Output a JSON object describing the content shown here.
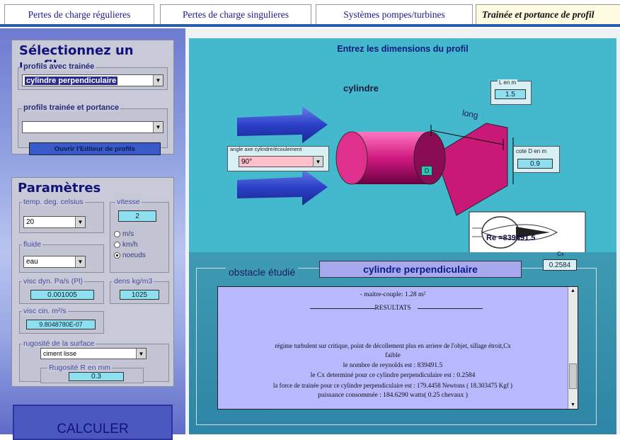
{
  "tabs": [
    {
      "label": "Pertes de charge régulieres"
    },
    {
      "label": "Pertes de charge singulieres"
    },
    {
      "label": "Systèmes pompes/turbines"
    },
    {
      "label": "Trainée et portance de profil"
    }
  ],
  "profile": {
    "title": "Sélectionnez un profil",
    "drag_label": "profils avec trainée",
    "drag_value": "cylindre perpendiculaire",
    "lift_label": "profils trainée et portance",
    "lift_value": "",
    "editor_button": "Ouvrir l'Editeur de profils"
  },
  "params": {
    "title": "Paramètres",
    "temp_label": "temp. deg. celsius",
    "temp_value": "20",
    "speed_label": "vitesse",
    "speed_value": "2",
    "fluid_label": "fluide",
    "fluid_value": "eau",
    "units": [
      "m/s",
      "km/h",
      "noeuds"
    ],
    "unit_selected": "noeuds",
    "visc_dyn_label": "visc dyn. Pa/s (Pl)",
    "visc_dyn_value": "0.001005",
    "density_label": "dens kg/m3",
    "density_value": "1025",
    "visc_cin_label": "visc cin. m²/s",
    "visc_cin_value": "9.8048780E-07",
    "rough_label": "rugosité de la surface",
    "rough_value": "ciment lisse",
    "rough_r_label": "Rugosité R en mm",
    "rough_r_value": "0.3"
  },
  "calc_button": "CALCULER",
  "dims": {
    "header": "Entrez les dimensions du profil",
    "shape_label": "cylindre",
    "length_label": "long",
    "L_label": "L en m",
    "L_value": "1.5",
    "D_label": "cote D en m",
    "D_value": "0.9",
    "D_marker": "D",
    "angle_label": "angle axe cylindre/écoulement",
    "angle_value": "90°",
    "reynolds": "Re =839491.5"
  },
  "obstacle": {
    "label": "obstacle étudié",
    "name": "cylindre perpendiculaire",
    "cx_label": "Cx",
    "cx_value": "0.2584"
  },
  "results": {
    "lines": [
      "- maitre-couple: 1.28 m²",
      "RESULTATS",
      "régime turbulent sur critique, point de décollement plus en arriere de l'objet, sillage étroit,Cx",
      "faible",
      "le nombre de reynolds est : 839491.5",
      "le Cx determiné pour ce cylindre perpendiculaire est : 0.2584",
      "la force de trainée pour ce cylindre perpendiculaire est : 179.4458 Newtons ( 18.303475 Kgf )",
      "puissance consommée : 184.6290 watts( 0.25 chevaux )"
    ]
  },
  "colors": {
    "accent": "#2a5db0",
    "scene": "#44b8cc",
    "results_bg": "#b8b8ff",
    "value_box": "#8ee0f0"
  }
}
